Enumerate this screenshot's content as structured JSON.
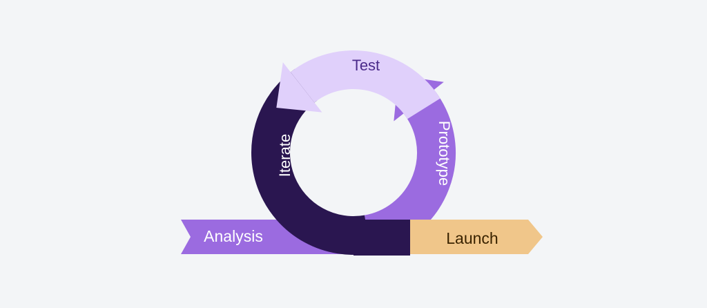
{
  "diagram": {
    "title_hidden": null,
    "stages": {
      "analysis": "Analysis",
      "iterate": "Iterate",
      "test": "Test",
      "prototype": "Prototype",
      "launch": "Launch"
    },
    "colors": {
      "background": "#f3f5f7",
      "analysis": "#9b6be0",
      "iterate": "#2a1650",
      "test": "#e0d0fb",
      "prototype": "#9b6be0",
      "launch": "#f0c68a",
      "test_text": "#4a2a8a",
      "launch_text": "#3a2300"
    }
  }
}
